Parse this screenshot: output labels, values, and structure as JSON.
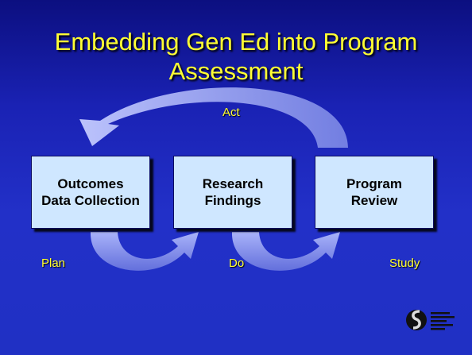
{
  "slide": {
    "title": "Embedding Gen Ed into Program Assessment"
  },
  "boxes": [
    {
      "label": "Outcomes\nData Collection"
    },
    {
      "label": "Research\nFindings"
    },
    {
      "label": "Program\nReview"
    }
  ],
  "stages": {
    "act": "Act",
    "plan": "Plan",
    "do": "Do",
    "study": "Study"
  },
  "colors": {
    "background": "#1a22b4",
    "title_text": "#ffff33",
    "box_fill": "#cfe7ff",
    "arrow_fill": "#9aa6f0",
    "stage_text": "#ffff33"
  },
  "icons": [
    "college-logo-icon"
  ]
}
